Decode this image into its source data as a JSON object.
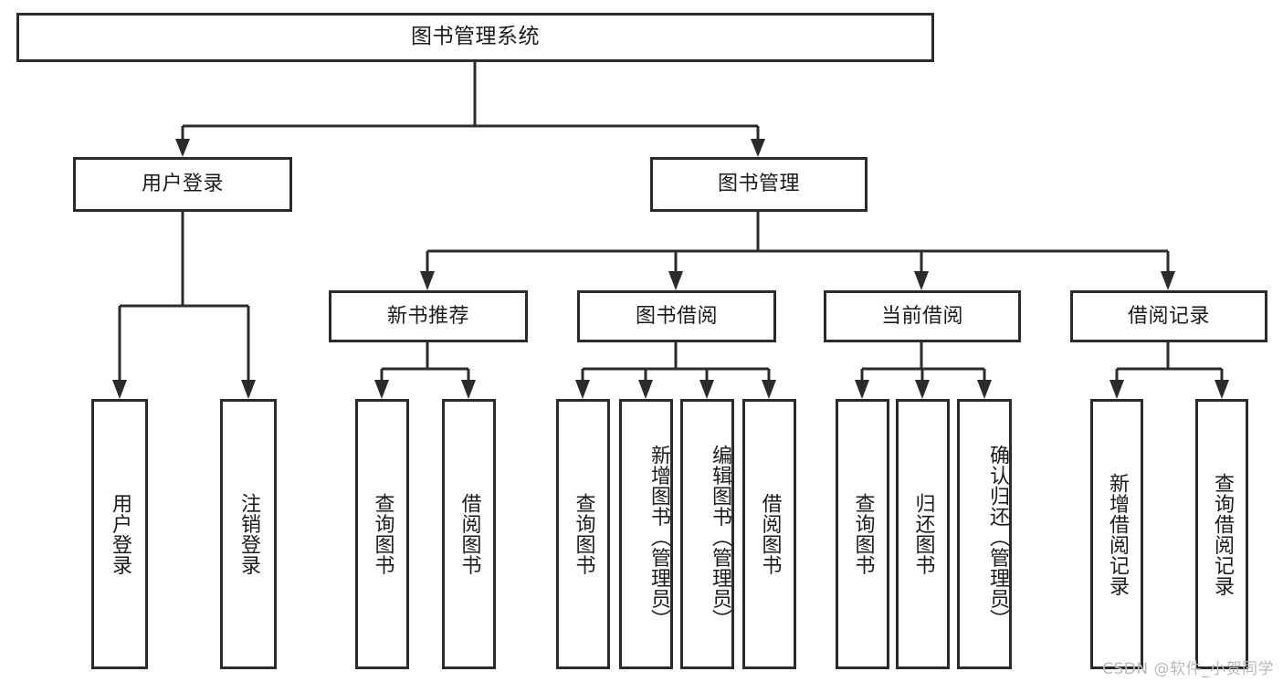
{
  "diagram": {
    "title": "图书管理系统",
    "type": "function-structure-tree",
    "watermark": "CSDN @软件_小贺同学",
    "colors": {
      "line": "#2b2b2b",
      "box_border": "#2b2b2b",
      "box_fill": "#ffffff",
      "text": "#1b1b1b",
      "watermark": "#b9b9b9",
      "background": "#ffffff"
    },
    "levels": {
      "root": {
        "id": "root",
        "label": "图书管理系统"
      },
      "level2": [
        {
          "id": "user-login",
          "label": "用户登录"
        },
        {
          "id": "book-management",
          "label": "图书管理"
        }
      ],
      "level3": [
        {
          "id": "new-book-recommend",
          "label": "新书推荐",
          "parent": "book-management"
        },
        {
          "id": "book-borrow",
          "label": "图书借阅",
          "parent": "book-management"
        },
        {
          "id": "current-borrow",
          "label": "当前借阅",
          "parent": "book-management"
        },
        {
          "id": "borrow-record",
          "label": "借阅记录",
          "parent": "book-management"
        }
      ],
      "leaves": [
        {
          "id": "leaf-user-login",
          "label": "用户登录",
          "parent": "user-login"
        },
        {
          "id": "leaf-logout",
          "label": "注销登录",
          "parent": "user-login"
        },
        {
          "id": "leaf-query-book-1",
          "label": "查询图书",
          "parent": "new-book-recommend"
        },
        {
          "id": "leaf-borrow-book-1",
          "label": "借阅图书",
          "parent": "new-book-recommend"
        },
        {
          "id": "leaf-query-book-2",
          "label": "查询图书",
          "parent": "book-borrow"
        },
        {
          "id": "leaf-add-book",
          "label": "新增图书（管理员）",
          "parent": "book-borrow"
        },
        {
          "id": "leaf-edit-book",
          "label": "编辑图书（管理员）",
          "parent": "book-borrow"
        },
        {
          "id": "leaf-borrow-book-2",
          "label": "借阅图书",
          "parent": "book-borrow"
        },
        {
          "id": "leaf-query-book-3",
          "label": "查询图书",
          "parent": "current-borrow"
        },
        {
          "id": "leaf-return-book",
          "label": "归还图书",
          "parent": "current-borrow"
        },
        {
          "id": "leaf-confirm-return",
          "label": "确认归还（管理员）",
          "parent": "current-borrow"
        },
        {
          "id": "leaf-add-record",
          "label": "新增借阅记录",
          "parent": "borrow-record"
        },
        {
          "id": "leaf-query-record",
          "label": "查询借阅记录",
          "parent": "borrow-record"
        }
      ]
    }
  }
}
